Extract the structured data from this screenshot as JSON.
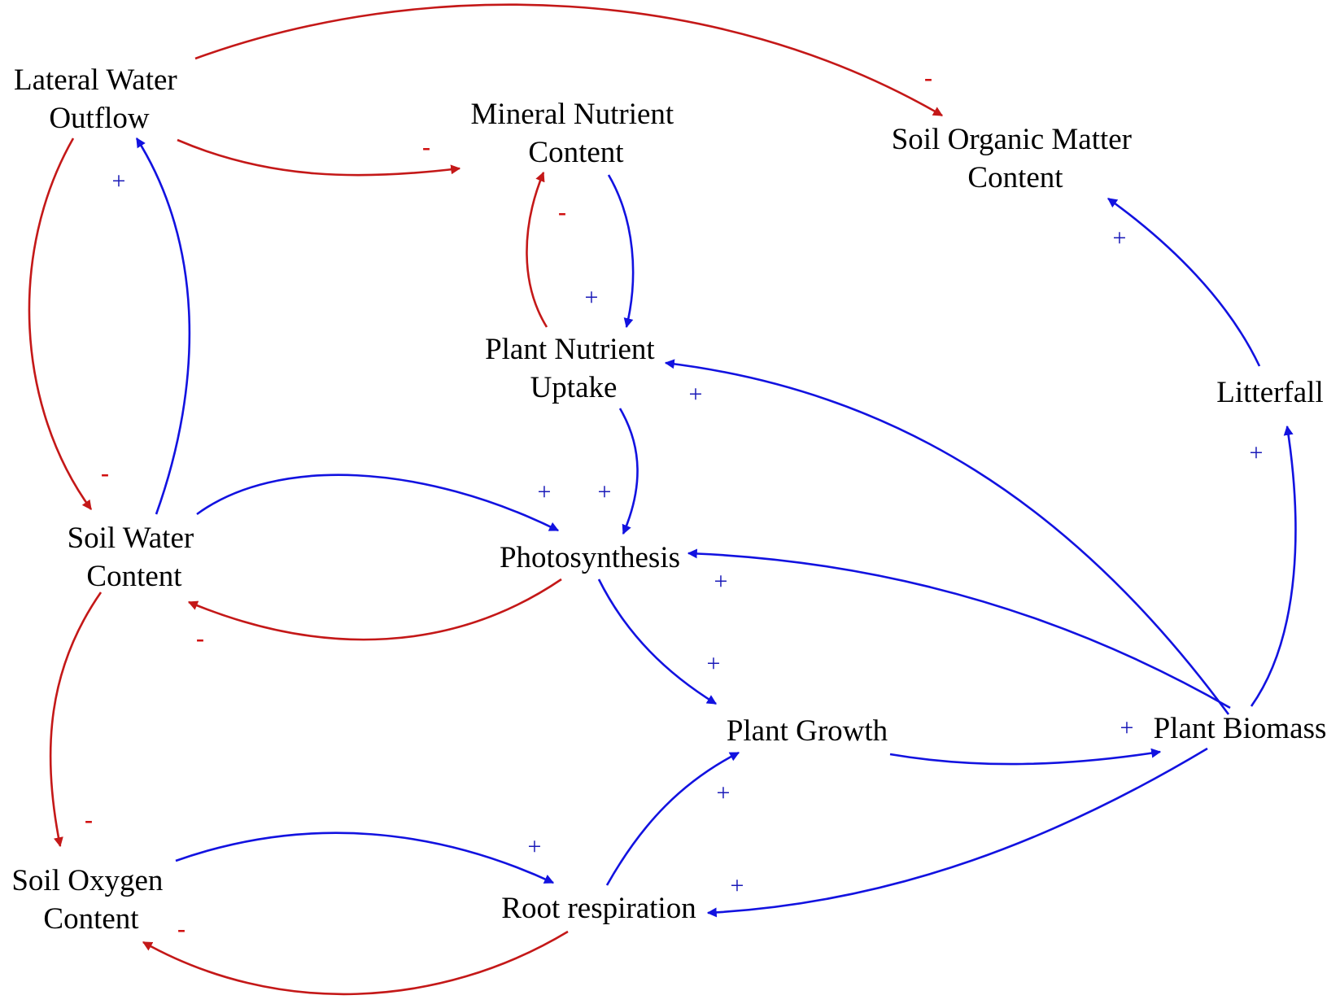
{
  "colors": {
    "positive": "#1212e0",
    "negative": "#c41818",
    "text": "#000000"
  },
  "nodes": {
    "lateral_water_outflow": [
      "Lateral Water",
      "Outflow"
    ],
    "mineral_nutrient_content": [
      "Mineral Nutrient",
      "Content"
    ],
    "soil_organic_matter_content": [
      "Soil Organic Matter",
      "Content"
    ],
    "plant_nutrient_uptake": [
      "Plant Nutrient",
      "Uptake"
    ],
    "litterfall": [
      "Litterfall"
    ],
    "soil_water_content": [
      "Soil Water",
      "Content"
    ],
    "photosynthesis": [
      "Photosynthesis"
    ],
    "plant_growth": [
      "Plant Growth"
    ],
    "plant_biomass": [
      "Plant Biomass"
    ],
    "soil_oxygen_content": [
      "Soil Oxygen",
      "Content"
    ],
    "root_respiration": [
      "Root respiration"
    ]
  },
  "links": [
    {
      "from": "Lateral Water Outflow",
      "to": "Soil Organic Matter Content",
      "polarity": "-"
    },
    {
      "from": "Lateral Water Outflow",
      "to": "Mineral Nutrient Content",
      "polarity": "-"
    },
    {
      "from": "Lateral Water Outflow",
      "to": "Soil Water Content",
      "polarity": "-"
    },
    {
      "from": "Soil Water Content",
      "to": "Lateral Water Outflow",
      "polarity": "+"
    },
    {
      "from": "Plant Nutrient Uptake",
      "to": "Mineral Nutrient Content",
      "polarity": "-"
    },
    {
      "from": "Mineral Nutrient Content",
      "to": "Plant Nutrient Uptake",
      "polarity": "+"
    },
    {
      "from": "Litterfall",
      "to": "Soil Organic Matter Content",
      "polarity": "+"
    },
    {
      "from": "Plant Biomass",
      "to": "Plant Nutrient Uptake",
      "polarity": "+"
    },
    {
      "from": "Plant Biomass",
      "to": "Litterfall",
      "polarity": "+"
    },
    {
      "from": "Soil Water Content",
      "to": "Photosynthesis",
      "polarity": "+"
    },
    {
      "from": "Plant Nutrient Uptake",
      "to": "Photosynthesis",
      "polarity": "+"
    },
    {
      "from": "Plant Biomass",
      "to": "Photosynthesis",
      "polarity": "+"
    },
    {
      "from": "Photosynthesis",
      "to": "Soil Water Content",
      "polarity": "-"
    },
    {
      "from": "Photosynthesis",
      "to": "Plant Growth",
      "polarity": "+"
    },
    {
      "from": "Plant Growth",
      "to": "Plant Biomass",
      "polarity": "+"
    },
    {
      "from": "Root respiration",
      "to": "Plant Growth",
      "polarity": "+"
    },
    {
      "from": "Plant Biomass",
      "to": "Root respiration",
      "polarity": "+"
    },
    {
      "from": "Soil Water Content",
      "to": "Soil Oxygen Content",
      "polarity": "-"
    },
    {
      "from": "Soil Oxygen Content",
      "to": "Root respiration",
      "polarity": "+"
    },
    {
      "from": "Root respiration",
      "to": "Soil Oxygen Content",
      "polarity": "-"
    }
  ]
}
